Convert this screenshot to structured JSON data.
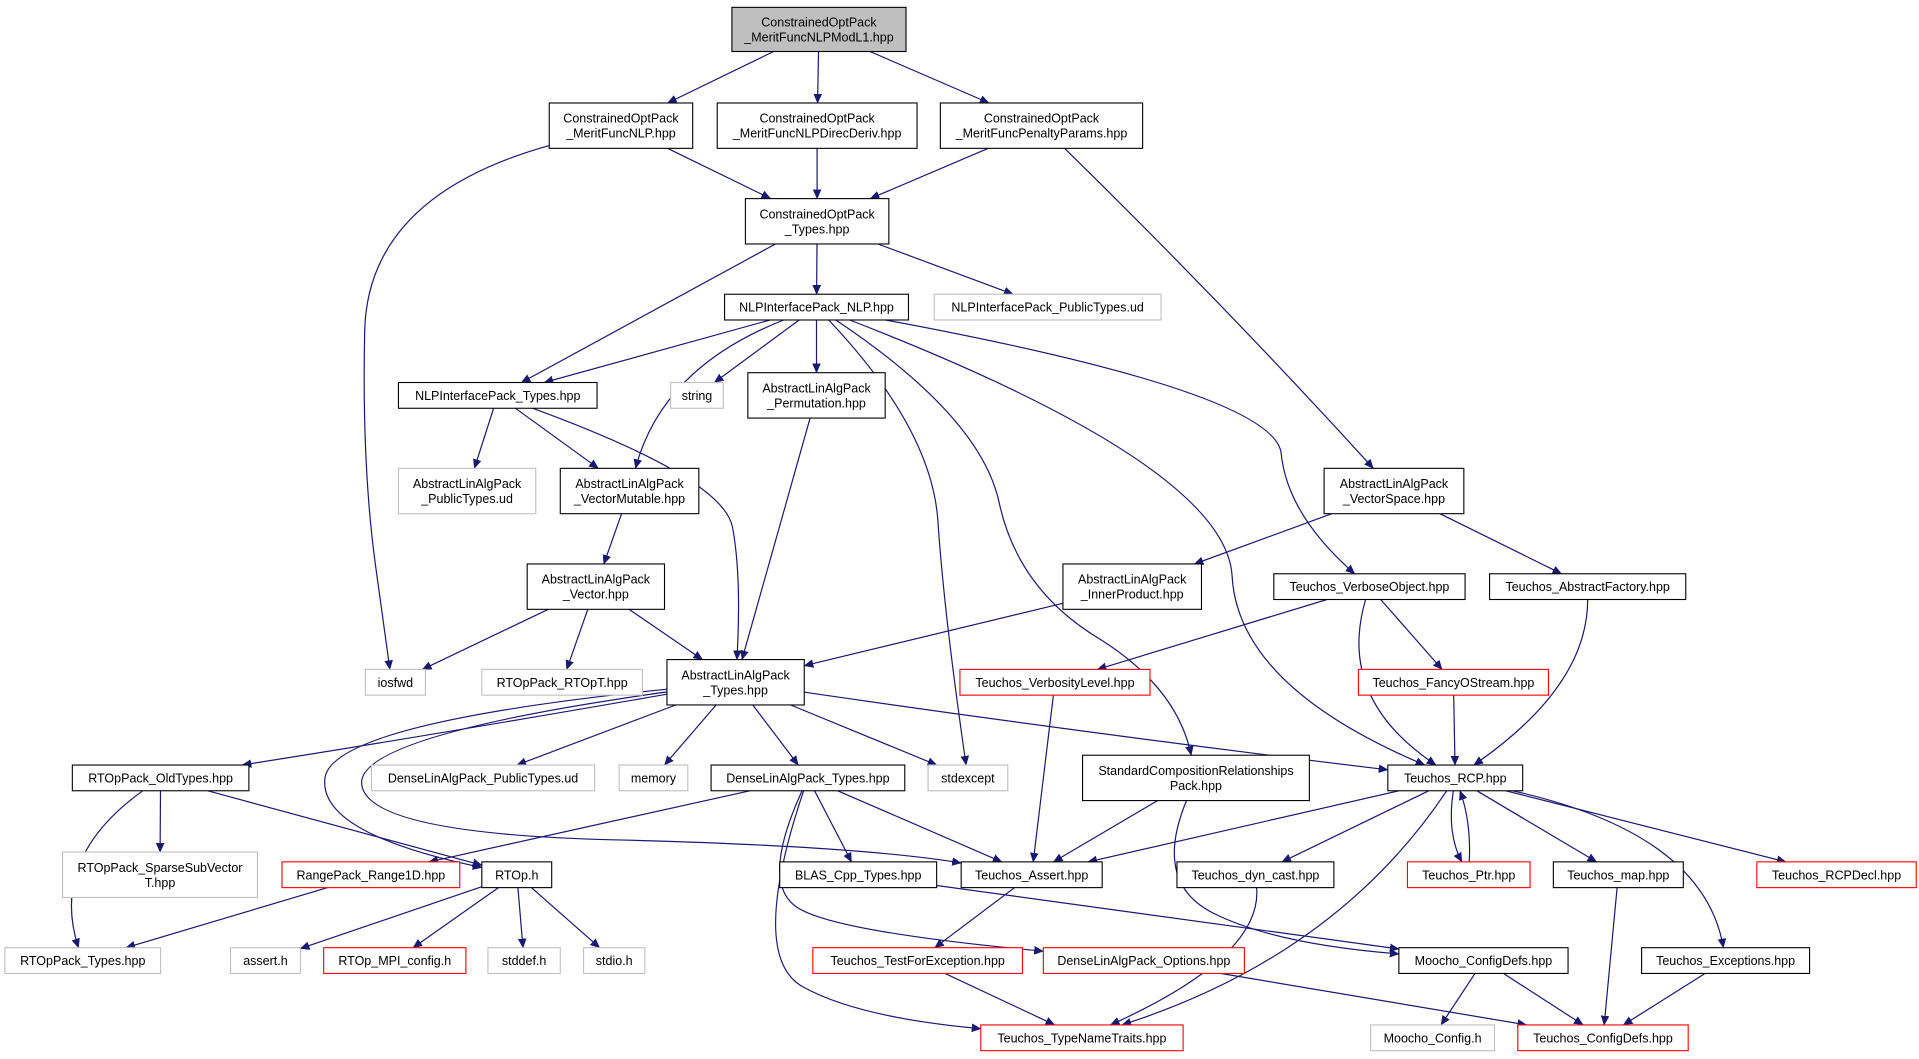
{
  "nodes": {
    "root": [
      "ConstrainedOptPack",
      "_MeritFuncNLPModL1.hpp"
    ],
    "meritNLP": [
      "ConstrainedOptPack",
      "_MeritFuncNLP.hpp"
    ],
    "meritDirec": [
      "ConstrainedOptPack",
      "_MeritFuncNLPDirecDeriv.hpp"
    ],
    "meritPenalty": [
      "ConstrainedOptPack",
      "_MeritFuncPenaltyParams.hpp"
    ],
    "copTypes": [
      "ConstrainedOptPack",
      "_Types.hpp"
    ],
    "nlpNLP": [
      "NLPInterfacePack_NLP.hpp"
    ],
    "nlpPublic": [
      "NLPInterfacePack_PublicTypes.ud"
    ],
    "nlpTypes": [
      "NLPInterfacePack_Types.hpp"
    ],
    "string": [
      "string"
    ],
    "alaPerm": [
      "AbstractLinAlgPack",
      "_Permutation.hpp"
    ],
    "alaPublic": [
      "AbstractLinAlgPack",
      "_PublicTypes.ud"
    ],
    "alaVecMut": [
      "AbstractLinAlgPack",
      "_VectorMutable.hpp"
    ],
    "alaVecSpace": [
      "AbstractLinAlgPack",
      "_VectorSpace.hpp"
    ],
    "alaVector": [
      "AbstractLinAlgPack",
      "_Vector.hpp"
    ],
    "alaInner": [
      "AbstractLinAlgPack",
      "_InnerProduct.hpp"
    ],
    "verboseObj": [
      "Teuchos_VerboseObject.hpp"
    ],
    "absFactory": [
      "Teuchos_AbstractFactory.hpp"
    ],
    "iosfwd": [
      "iosfwd"
    ],
    "rtopT": [
      "RTOpPack_RTOpT.hpp"
    ],
    "alaTypes": [
      "AbstractLinAlgPack",
      "_Types.hpp"
    ],
    "verbLevel": [
      "Teuchos_VerbosityLevel.hpp"
    ],
    "fancy": [
      "Teuchos_FancyOStream.hpp"
    ],
    "oldTypes": [
      "RTOpPack_OldTypes.hpp"
    ],
    "dlaPublic": [
      "DenseLinAlgPack_PublicTypes.ud"
    ],
    "memory": [
      "memory"
    ],
    "dlaTypes": [
      "DenseLinAlgPack_Types.hpp"
    ],
    "stdexcept": [
      "stdexcept"
    ],
    "stdComp": [
      "StandardCompositionRelationships",
      "Pack.hpp"
    ],
    "rcp": [
      "Teuchos_RCP.hpp"
    ],
    "sparseSub": [
      "RTOpPack_SparseSubVector",
      "T.hpp"
    ],
    "range": [
      "RangePack_Range1D.hpp"
    ],
    "rtop": [
      "RTOp.h"
    ],
    "blas": [
      "BLAS_Cpp_Types.hpp"
    ],
    "assert": [
      "Teuchos_Assert.hpp"
    ],
    "dynCast": [
      "Teuchos_dyn_cast.hpp"
    ],
    "ptr": [
      "Teuchos_Ptr.hpp"
    ],
    "map": [
      "Teuchos_map.hpp"
    ],
    "rcpDecl": [
      "Teuchos_RCPDecl.hpp"
    ],
    "rtopTypes": [
      "RTOpPack_Types.hpp"
    ],
    "asserth": [
      "assert.h"
    ],
    "mpi": [
      "RTOp_MPI_config.h"
    ],
    "stddef": [
      "stddef.h"
    ],
    "stdio": [
      "stdio.h"
    ],
    "testExc": [
      "Teuchos_TestForException.hpp"
    ],
    "dlaOpts": [
      "DenseLinAlgPack_Options.hpp"
    ],
    "mochoDefs": [
      "Moocho_ConfigDefs.hpp"
    ],
    "exceptions": [
      "Teuchos_Exceptions.hpp"
    ],
    "typeName": [
      "Teuchos_TypeNameTraits.hpp"
    ],
    "mochoConfig": [
      "Moocho_Config.h"
    ],
    "configDefs": [
      "Teuchos_ConfigDefs.hpp"
    ]
  },
  "colors": {
    "edge": "#191970",
    "root_fill": "#bfbfbf",
    "documented_border": "#000000",
    "external_border": "#bfbfbf",
    "undocumented_border": "#ff0000"
  }
}
